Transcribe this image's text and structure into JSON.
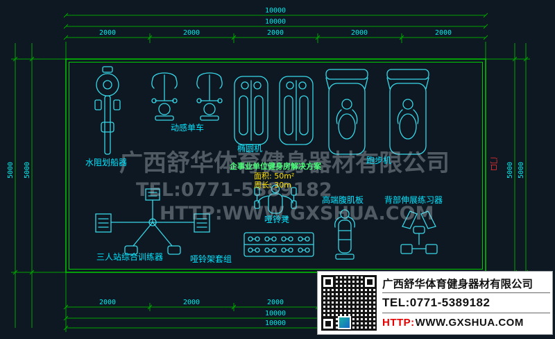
{
  "colors": {
    "background": "#0e1822",
    "dimension_green": "#00a300",
    "room_green": "#00cc00",
    "equipment_cyan": "#38d8e8",
    "text_cyan": "#00e5ff",
    "info_yellow": "#ffe000",
    "title_green": "#4dff7c",
    "door_red": "#ff3333",
    "watermark_gray": "#b9c5cd",
    "url_red": "#e60000"
  },
  "dims": {
    "top": [
      "10000",
      "10000"
    ],
    "top_2000": [
      "2000",
      "2000",
      "2000",
      "2000",
      "2000"
    ],
    "bottom_2000": [
      "2000",
      "2000",
      "2000"
    ],
    "bottom": [
      "10000",
      "10000"
    ],
    "left": [
      "5000",
      "5000"
    ],
    "right": [
      "5000",
      "5000"
    ]
  },
  "room": {
    "door_label": "门口"
  },
  "center_info": {
    "title": "企事业单位健身房解决方案",
    "area": "面积: 50m²",
    "perimeter": "周长: 30m"
  },
  "equipment": [
    {
      "id": "rowing-machine",
      "label": "水阻划船器"
    },
    {
      "id": "spin-bike",
      "label": "动感单车"
    },
    {
      "id": "elliptical",
      "label": "椭圆机"
    },
    {
      "id": "treadmill",
      "label": "跑步机"
    },
    {
      "id": "multi-station",
      "label": "三人站综合训练器"
    },
    {
      "id": "dumbbell-bench",
      "label": "哑铃凳"
    },
    {
      "id": "dumbbell-rack",
      "label": "哑铃架套组"
    },
    {
      "id": "ab-board",
      "label": "高端腹肌板"
    },
    {
      "id": "back-extension",
      "label": "背部伸展练习器"
    }
  ],
  "watermark": {
    "line1": "广西舒华体育健身器材有限公司",
    "line2": "TEL:0771-5389182",
    "line3": "HTTP:WWW.GXSHUA.COM"
  },
  "info_card": {
    "company": "广西舒华体育健身器材有限公司",
    "tel": "TEL:0771-5389182",
    "http_prefix": "HTTP:",
    "url": "WWW.GXSHUA.COM"
  }
}
